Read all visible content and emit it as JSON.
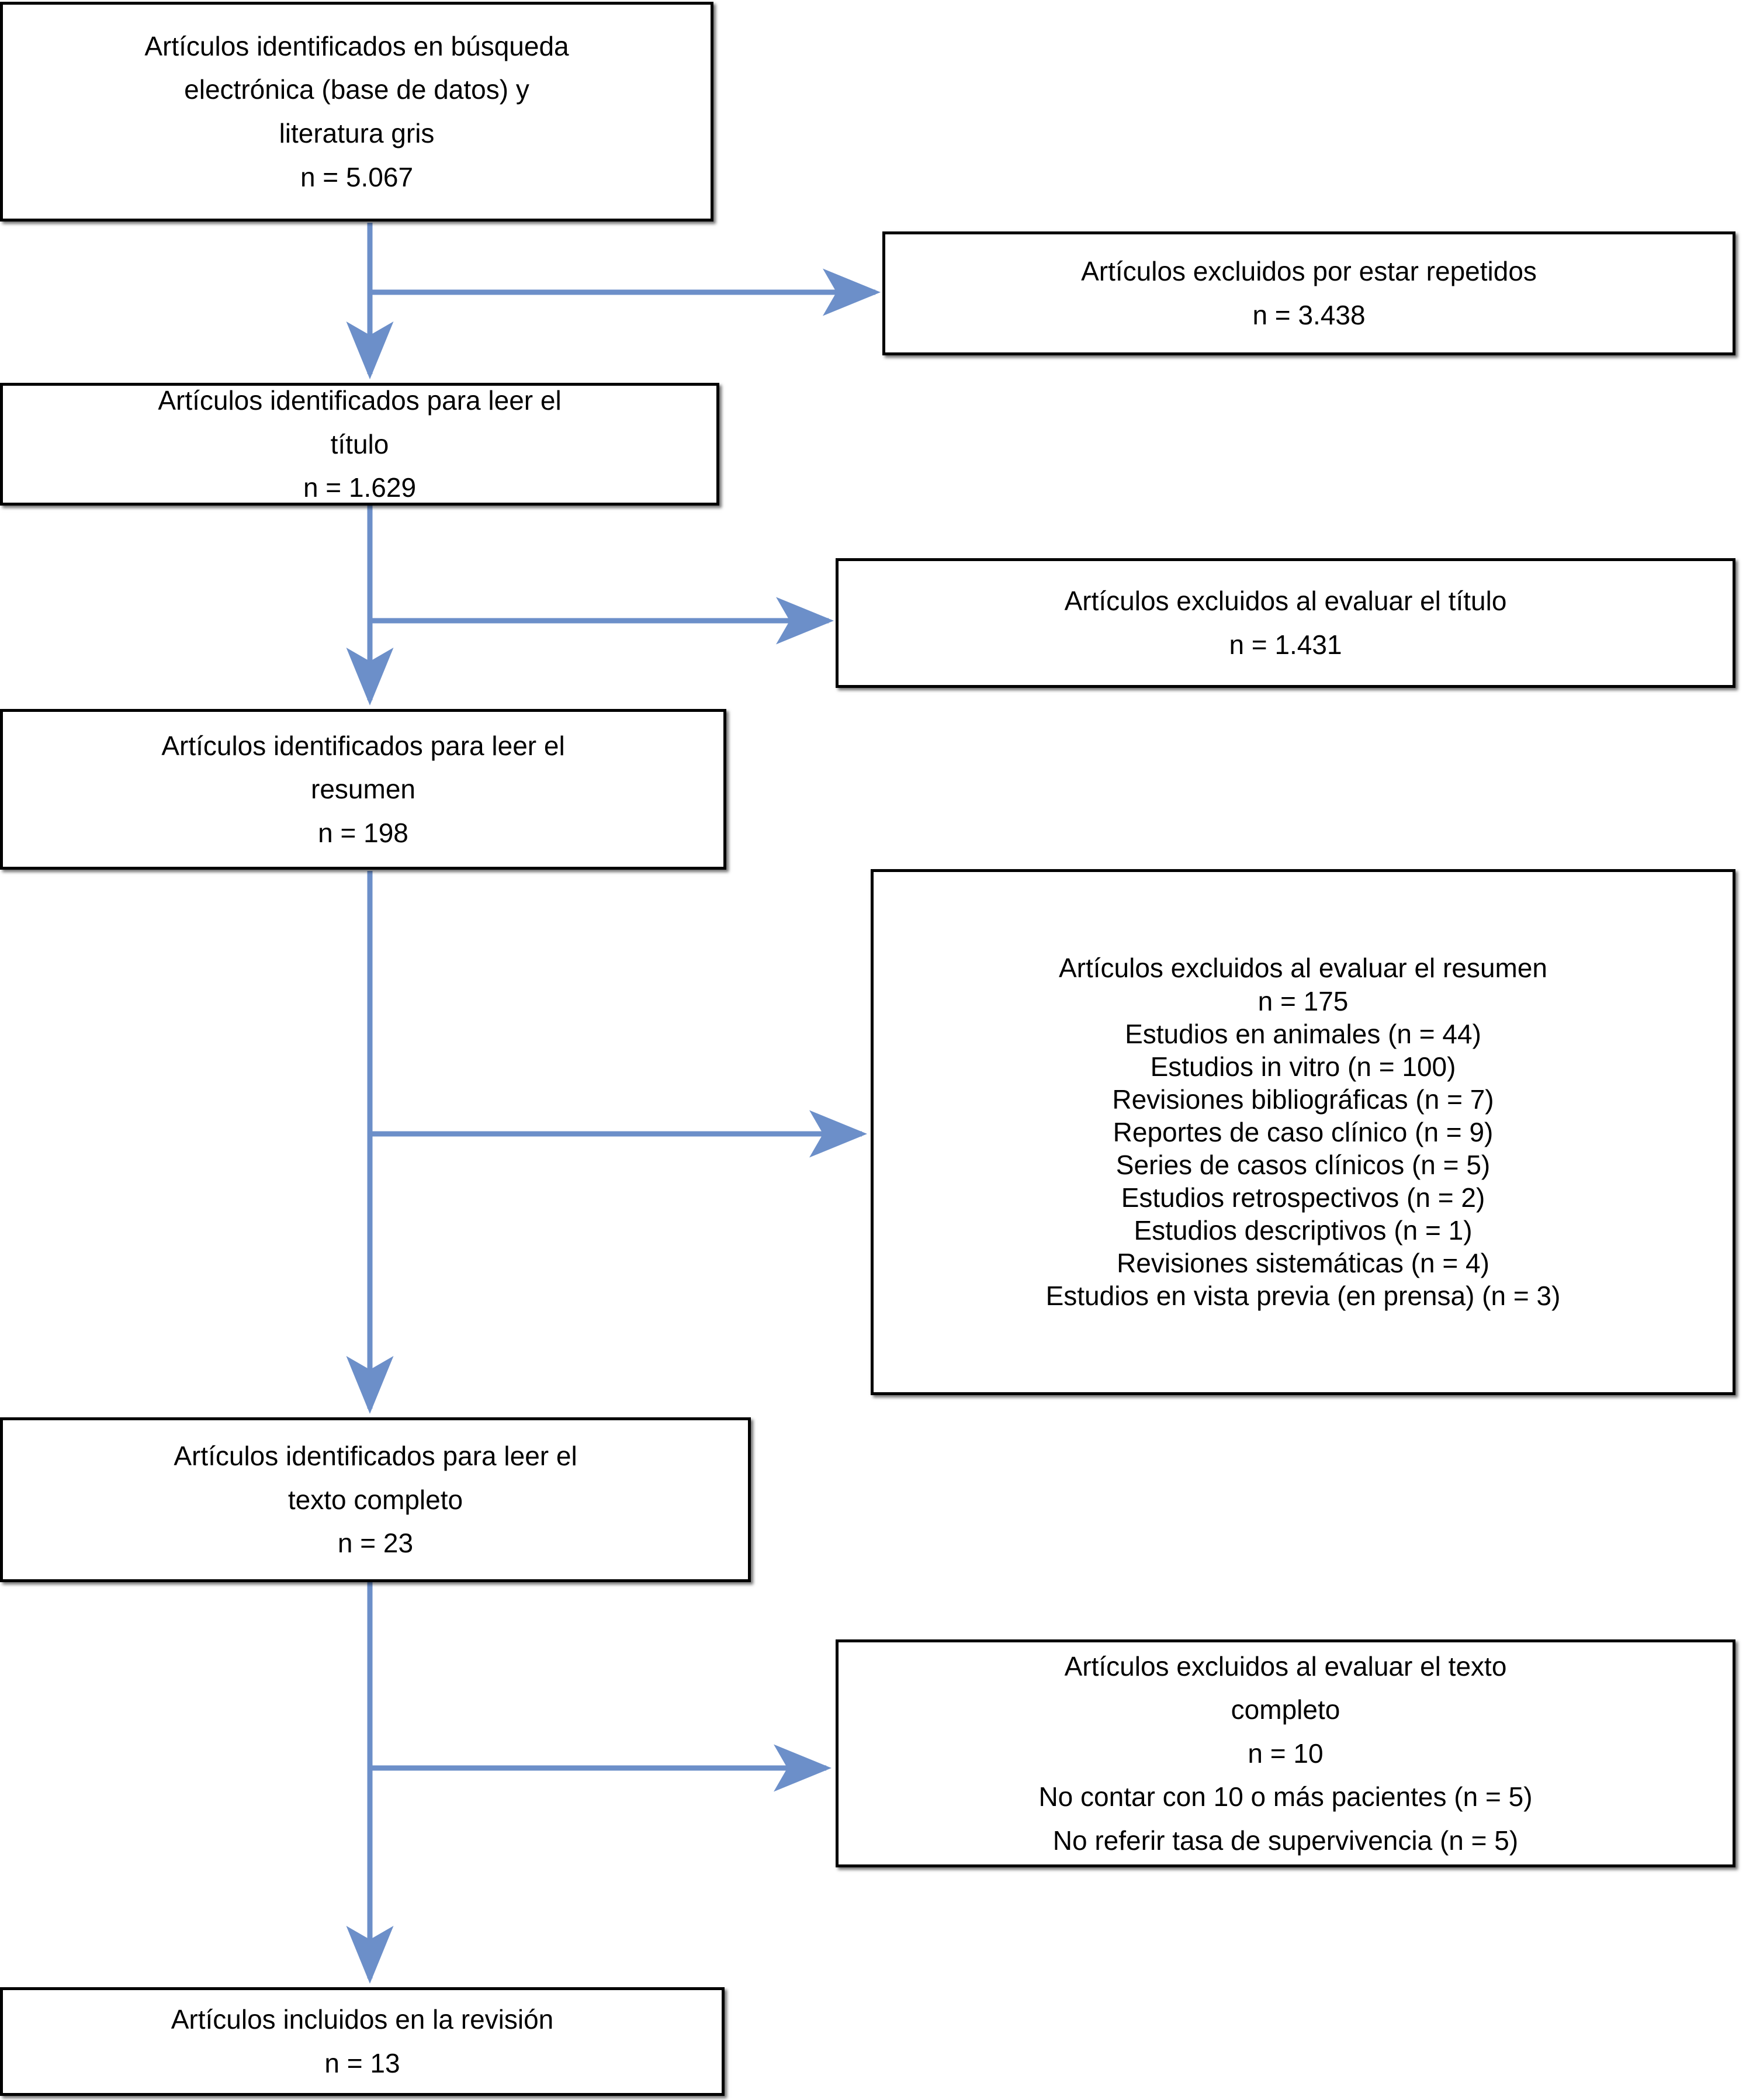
{
  "diagram": {
    "type": "prisma-flow-diagram",
    "language": "es",
    "accent_color": "#6C8FC9",
    "box_border_color": "#000000",
    "background_color": "#FFFFFF"
  },
  "boxes": {
    "identificados_busqueda": {
      "lines": [
        "Artículos identificados en búsqueda",
        "electrónica (base de datos) y",
        "literatura gris",
        "n = 5.067"
      ],
      "n": "5.067"
    },
    "excluidos_repetidos": {
      "lines": [
        "Artículos excluidos por estar repetidos",
        "n = 3.438"
      ],
      "n": "3.438"
    },
    "identificados_titulo": {
      "lines": [
        "Artículos identificados para leer el",
        "título",
        "n = 1.629"
      ],
      "n": "1.629"
    },
    "excluidos_titulo": {
      "lines": [
        "Artículos excluidos al evaluar el título",
        "n = 1.431"
      ],
      "n": "1.431"
    },
    "identificados_resumen": {
      "lines": [
        "Artículos identificados para leer el",
        "resumen",
        "n = 198"
      ],
      "n": "198"
    },
    "excluidos_resumen": {
      "lines": [
        "Artículos excluidos al evaluar el resumen",
        "n = 175",
        "Estudios en animales (n = 44)",
        "Estudios in vitro (n = 100)",
        "Revisiones bibliográficas (n = 7)",
        "Reportes de caso clínico (n = 9)",
        "Series de casos clínicos (n = 5)",
        "Estudios retrospectivos (n = 2)",
        "Estudios descriptivos (n = 1)",
        "Revisiones sistemáticas (n = 4)",
        "Estudios en vista previa (en prensa) (n = 3)"
      ],
      "n": "175",
      "reasons": [
        {
          "label": "Estudios en animales",
          "n": 44
        },
        {
          "label": "Estudios in vitro",
          "n": 100
        },
        {
          "label": "Revisiones bibliográficas",
          "n": 7
        },
        {
          "label": "Reportes de caso clínico",
          "n": 9
        },
        {
          "label": "Series de casos clínicos",
          "n": 5
        },
        {
          "label": "Estudios retrospectivos",
          "n": 2
        },
        {
          "label": "Estudios descriptivos",
          "n": 1
        },
        {
          "label": "Revisiones sistemáticas",
          "n": 4
        },
        {
          "label": "Estudios en vista previa (en prensa)",
          "n": 3
        }
      ]
    },
    "identificados_texto": {
      "lines": [
        "Artículos identificados para leer el",
        "texto completo",
        "n = 23"
      ],
      "n": "23"
    },
    "excluidos_texto": {
      "lines": [
        "Artículos excluidos al evaluar el texto",
        "completo",
        "n = 10",
        "No contar con 10 o más pacientes (n = 5)",
        "No referir tasa de supervivencia (n = 5)"
      ],
      "n": "10",
      "reasons": [
        {
          "label": "No contar con 10 o más pacientes",
          "n": 5
        },
        {
          "label": "No referir tasa de supervivencia",
          "n": 5
        }
      ]
    },
    "incluidos_revision": {
      "lines": [
        "Artículos incluidos en la revisión",
        "n = 13"
      ],
      "n": "13"
    }
  }
}
